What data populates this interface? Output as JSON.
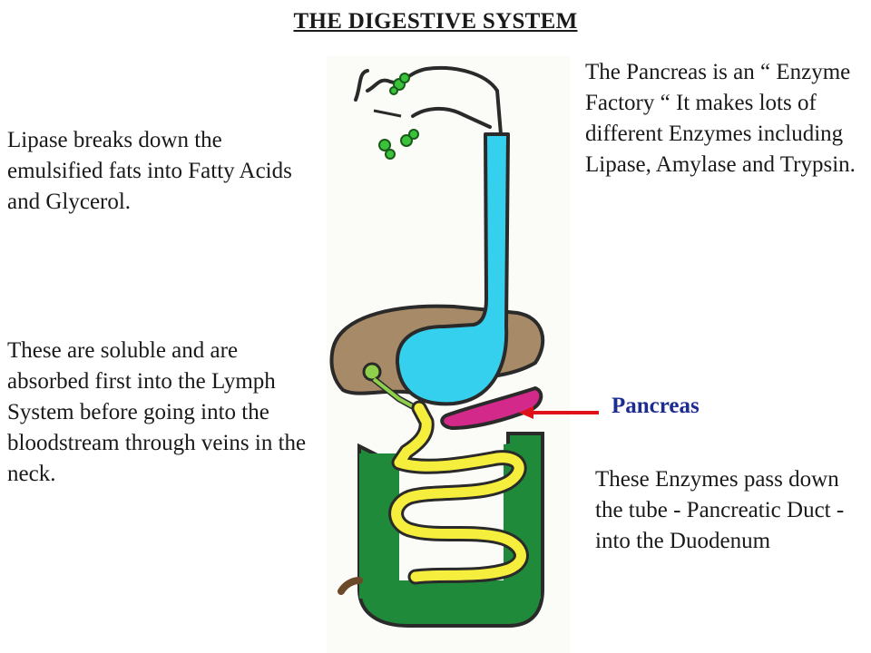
{
  "title": "THE DIGESTIVE SYSTEM",
  "left_text_1": "Lipase breaks down the emulsified fats into Fatty Acids and Glycerol.",
  "left_text_2": "These are soluble and are absorbed first into the Lymph System before going into the bloodstream through veins in the neck.",
  "right_text_1": "The Pancreas is an “ Enzyme Factory “ It makes lots of different Enzymes including Lipase, Amylase and Trypsin.",
  "pancreas_label": "Pancreas",
  "right_text_2": "These Enzymes pass down the tube - Pancreatic Duct - into the Duodenum",
  "colors": {
    "esophagus_stomach": "#35d0ee",
    "liver": "#a78a67",
    "pancreas": "#d3298a",
    "small_intestine": "#f5ee3c",
    "large_intestine": "#1f8a3a",
    "gall_bladder": "#8fd04a",
    "salivary_glands": "#39c23a",
    "arrow": "#e0101a",
    "label": "#1d2d8f"
  }
}
